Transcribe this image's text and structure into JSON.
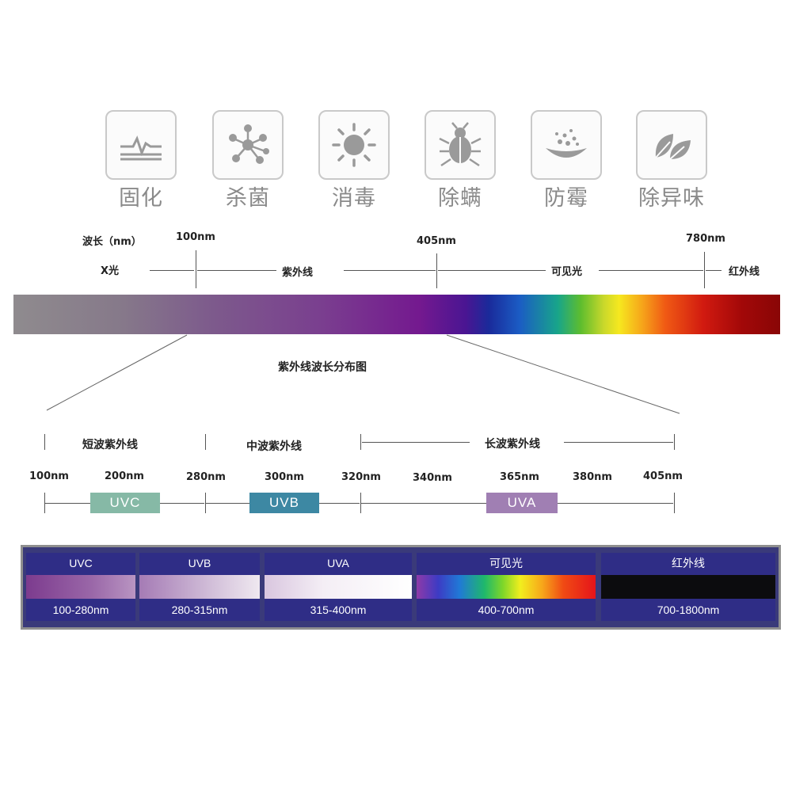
{
  "icons": [
    {
      "icon": "curing-wave-icon",
      "label": "固化"
    },
    {
      "icon": "molecule-icon",
      "label": "杀菌"
    },
    {
      "icon": "sun-icon",
      "label": "消毒"
    },
    {
      "icon": "beetle-icon",
      "label": "除螨"
    },
    {
      "icon": "mold-bowl-icon",
      "label": "防霉"
    },
    {
      "icon": "leaf-icon",
      "label": "除异味"
    }
  ],
  "spectrum": {
    "wavelength_label": "波长（nm）",
    "mark_100": "100nm",
    "mark_405": "405nm",
    "mark_780": "780nm",
    "xray": "X光",
    "uv": "紫外线",
    "visible": "可见光",
    "infrared": "红外线",
    "caption": "紫外线波长分布图"
  },
  "uv_detail": {
    "short_wave": "短波紫外线",
    "medium_wave": "中波紫外线",
    "long_wave": "长波紫外线",
    "ticks": [
      "100nm",
      "200nm",
      "280nm",
      "300nm",
      "320nm",
      "340nm",
      "365nm",
      "380nm",
      "405nm"
    ],
    "tags": [
      {
        "label": "UVC",
        "color": "#86b9a6"
      },
      {
        "label": "UVB",
        "color": "#3d88a3"
      },
      {
        "label": "UVA",
        "color": "#a07fb3"
      }
    ]
  },
  "bands": [
    {
      "name": "UVC",
      "range": "100-280nm"
    },
    {
      "name": "UVB",
      "range": "280-315nm"
    },
    {
      "name": "UVA",
      "range": "315-400nm"
    },
    {
      "name": "可见光",
      "range": "400-700nm"
    },
    {
      "name": "红外线",
      "range": "700-1800nm"
    }
  ]
}
